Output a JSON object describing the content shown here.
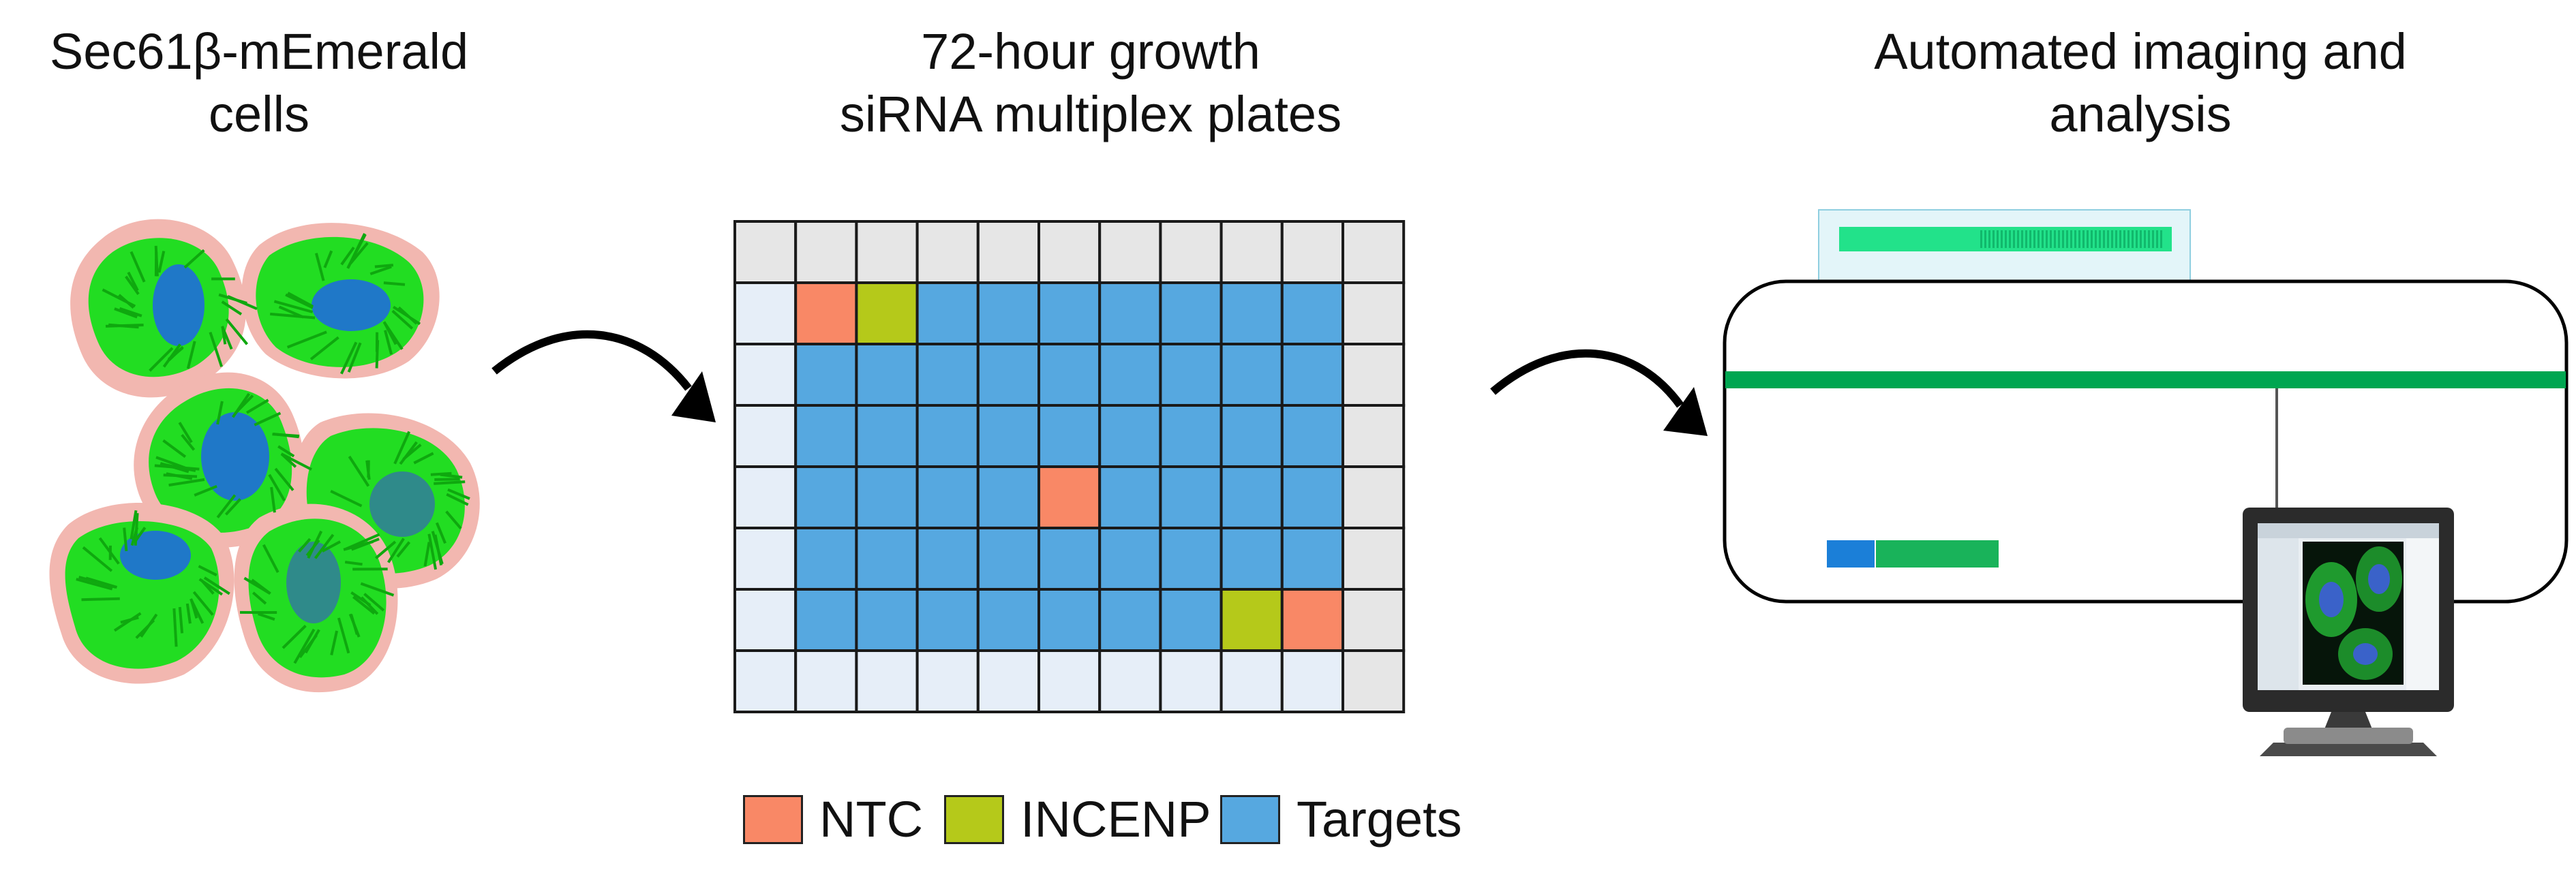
{
  "panels": {
    "cells": {
      "title_line1": "Sec61β-mEmerald",
      "title_line2": "cells"
    },
    "plate": {
      "title_line1": "72-hour growth",
      "title_line2": "siRNA multiplex plates"
    },
    "imaging": {
      "title_line1": "Automated imaging and",
      "title_line2": "analysis"
    }
  },
  "legend": [
    {
      "label": "NTC",
      "color": "#F98866"
    },
    {
      "label": "INCENP",
      "color": "#B5C91A"
    },
    {
      "label": "Targets",
      "color": "#56A8E0"
    }
  ],
  "plate_grid": {
    "rows": 8,
    "cols": 11,
    "well_types": [
      [
        "edge",
        "edge",
        "edge",
        "edge",
        "edge",
        "edge",
        "edge",
        "edge",
        "edge",
        "edge",
        "edge"
      ],
      [
        "empty",
        "NTC",
        "INCENP",
        "target",
        "target",
        "target",
        "target",
        "target",
        "target",
        "target",
        "edge"
      ],
      [
        "empty",
        "target",
        "target",
        "target",
        "target",
        "target",
        "target",
        "target",
        "target",
        "target",
        "edge"
      ],
      [
        "empty",
        "target",
        "target",
        "target",
        "target",
        "target",
        "target",
        "target",
        "target",
        "target",
        "edge"
      ],
      [
        "empty",
        "target",
        "target",
        "target",
        "target",
        "NTC",
        "target",
        "target",
        "target",
        "target",
        "edge"
      ],
      [
        "empty",
        "target",
        "target",
        "target",
        "target",
        "target",
        "target",
        "target",
        "target",
        "target",
        "edge"
      ],
      [
        "empty",
        "target",
        "target",
        "target",
        "target",
        "target",
        "target",
        "target",
        "INCENP",
        "NTC",
        "edge"
      ],
      [
        "empty",
        "empty",
        "empty",
        "empty",
        "empty",
        "empty",
        "empty",
        "empty",
        "empty",
        "empty",
        "edge"
      ]
    ],
    "colors": {
      "edge": "#E6E6E6",
      "empty": "#E6EEF8",
      "NTC": "#F98866",
      "INCENP": "#B5C91A",
      "target": "#56A8E0"
    }
  },
  "icons": {
    "cells": "green-er-cells-illustration",
    "arrow1": "curved-arrow-icon",
    "arrow2": "curved-arrow-icon",
    "microscope": "imaging-instrument-illustration",
    "monitor": "monitor-icon"
  },
  "colors": {
    "cell_membrane": "#F2B7B0",
    "er_green": "#22CC22",
    "nucleus": "#1F78C8",
    "instrument_green": "#00A651"
  }
}
